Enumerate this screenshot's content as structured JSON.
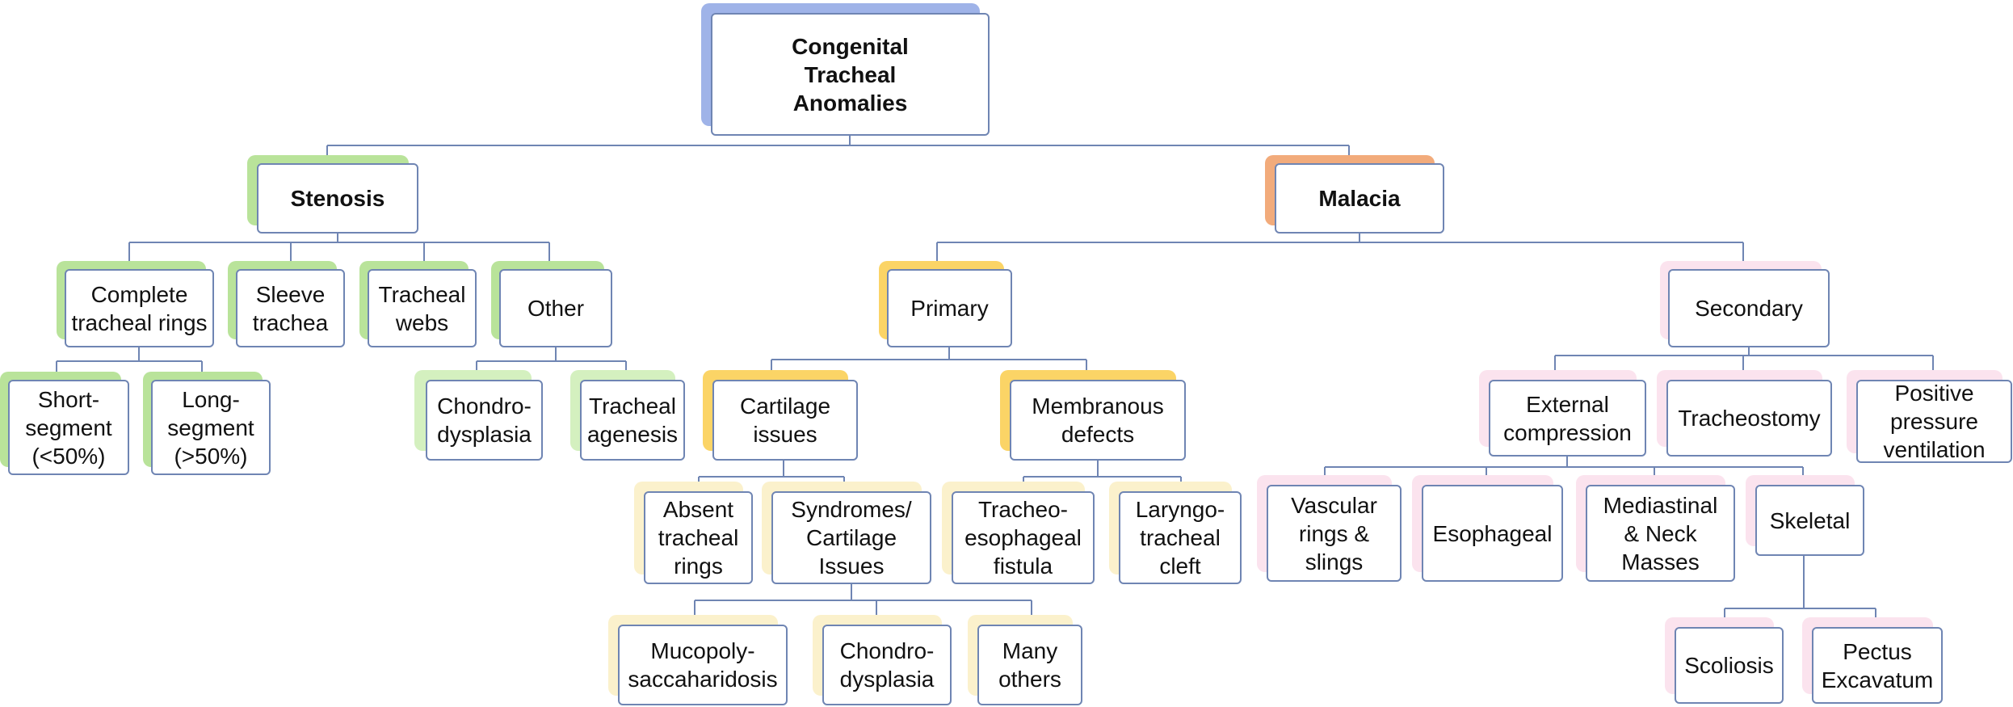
{
  "colors": {
    "line": "#6f85b3",
    "border": "#6f85b3",
    "root": "#9fb3e8",
    "stenosis": "#b9e39a",
    "stenosis_light": "#d4f0bf",
    "malacia": "#f2ab7b",
    "primary": "#fbd466",
    "primary_light": "#fbf1cc",
    "secondary": "#fbe3ee"
  },
  "nodes": {
    "root": "Congenital\nTracheal\nAnomalies",
    "stenosis": "Stenosis",
    "malacia": "Malacia",
    "complete_rings": "Complete\ntracheal rings",
    "sleeve_trachea": "Sleeve\ntrachea",
    "tracheal_webs": "Tracheal\nwebs",
    "other": "Other",
    "short_segment": "Short-\nsegment\n(<50%)",
    "long_segment": "Long-\nsegment\n(>50%)",
    "chondrodysplasia_1": "Chondro-\ndysplasia",
    "tracheal_agenesis": "Tracheal\nagenesis",
    "primary": "Primary",
    "secondary": "Secondary",
    "cartilage_issues": "Cartilage\nissues",
    "membranous_defects": "Membranous\ndefects",
    "absent_rings": "Absent\ntracheal\nrings",
    "syndromes": "Syndromes/\nCartilage\nIssues",
    "te_fistula": "Tracheo-\nesophageal\nfistula",
    "laryngo_cleft": "Laryngo-\ntracheal\ncleft",
    "mucopoly": "Mucopoly-\nsaccaharidosis",
    "chondrodysplasia_2": "Chondro-\ndysplasia",
    "many_others": "Many\nothers",
    "external_compression": "External\ncompression",
    "tracheostomy": "Tracheostomy",
    "ppv": "Positive\npressure\nventilation",
    "vascular": "Vascular\nrings &\nslings",
    "esophageal": "Esophageal",
    "mediastinal": "Mediastinal\n& Neck\nMasses",
    "skeletal": "Skeletal",
    "scoliosis": "Scoliosis",
    "pectus": "Pectus\nExcavatum"
  }
}
